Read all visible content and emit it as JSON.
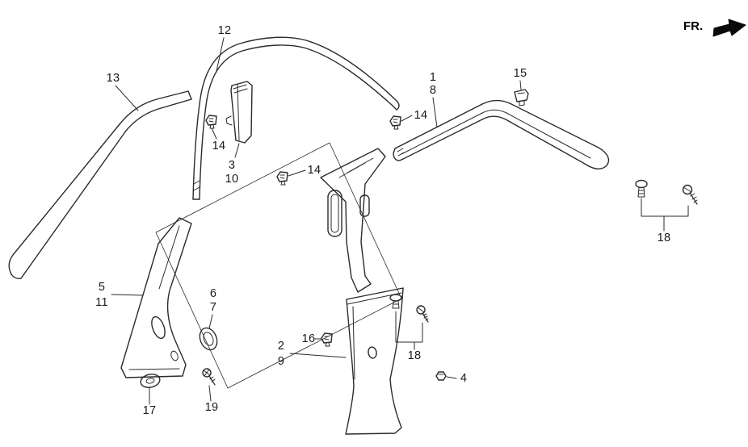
{
  "diagram": {
    "background": "#ffffff",
    "line_color": "#2b2b2b",
    "direction_indicator": {
      "label": "FR."
    },
    "callouts": {
      "c12": "12",
      "c13": "13",
      "c14a": "14",
      "c3": "3",
      "c10": "10",
      "c14b": "14",
      "c1": "1",
      "c8": "8",
      "c14c": "14",
      "c15": "15",
      "c18_right": "18",
      "c5": "5",
      "c11": "11",
      "c6": "6",
      "c7": "7",
      "c2": "2",
      "c9": "9",
      "c16": "16",
      "c18_center": "18",
      "c4": "4",
      "c17": "17",
      "c19": "19"
    }
  }
}
